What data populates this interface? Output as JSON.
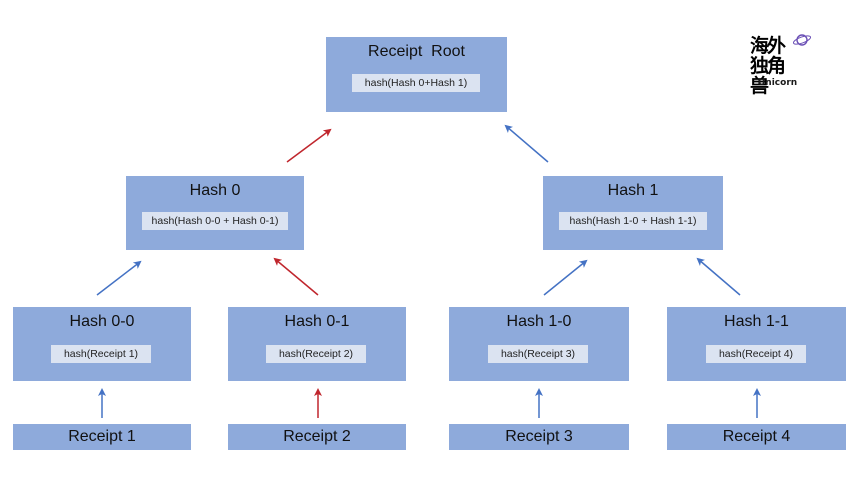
{
  "root": {
    "title": "Receipt  Root",
    "formula": "hash(Hash 0+Hash 1)"
  },
  "level1": [
    {
      "title": "Hash 0",
      "formula": "hash(Hash 0-0 + Hash 0-1)"
    },
    {
      "title": "Hash 1",
      "formula": "hash(Hash 1-0 + Hash 1-1)"
    }
  ],
  "level2": [
    {
      "title": "Hash 0-0",
      "formula": "hash(Receipt 1)"
    },
    {
      "title": "Hash 0-1",
      "formula": "hash(Receipt 2)"
    },
    {
      "title": "Hash 1-0",
      "formula": "hash(Receipt 3)"
    },
    {
      "title": "Hash 1-1",
      "formula": "hash(Receipt 4)"
    }
  ],
  "receipts": [
    "Receipt 1",
    "Receipt 2",
    "Receipt 3",
    "Receipt 4"
  ],
  "logo": {
    "cjk": "海外独角兽",
    "word": "Unicorn"
  },
  "colors": {
    "node": "#8eaadb",
    "formula_bg": "#dbe3f1",
    "arrow_blue": "#4472c4",
    "arrow_red": "#c0262d"
  }
}
